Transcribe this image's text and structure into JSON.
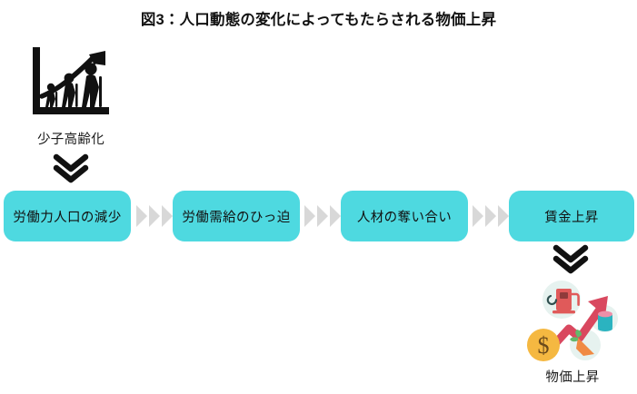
{
  "figure": {
    "title": "図3：人口動態の変化によってもたらされる物価上昇"
  },
  "cause": {
    "icon_name": "aging-population-chart-icon",
    "label": "少子高齢化"
  },
  "connectors": {
    "down_chevron_top": "double-chevron-down-icon",
    "down_chevron_bottom": "double-chevron-down-icon",
    "between_boxes": "triple-chevron-right-icon"
  },
  "flow": {
    "steps": [
      {
        "label": "労働力人口の減少"
      },
      {
        "label": "労働需給のひっ迫"
      },
      {
        "label": "人材の奪い合い"
      },
      {
        "label": "賃金上昇"
      }
    ]
  },
  "result": {
    "icon_name": "price-inflation-icon",
    "label": "物価上昇"
  },
  "colors": {
    "box_fill": "#4ED9E0",
    "separator": "#D8D8D8",
    "chevron_dark": "#111111",
    "arrow_red": "#D9485F",
    "coin_gold": "#F5B841",
    "pump_red": "#E05A5A",
    "carrot_orange": "#F08A43",
    "can_teal": "#2BB3C0",
    "icon_halo": "#E6F2EF",
    "text": "#111111"
  }
}
